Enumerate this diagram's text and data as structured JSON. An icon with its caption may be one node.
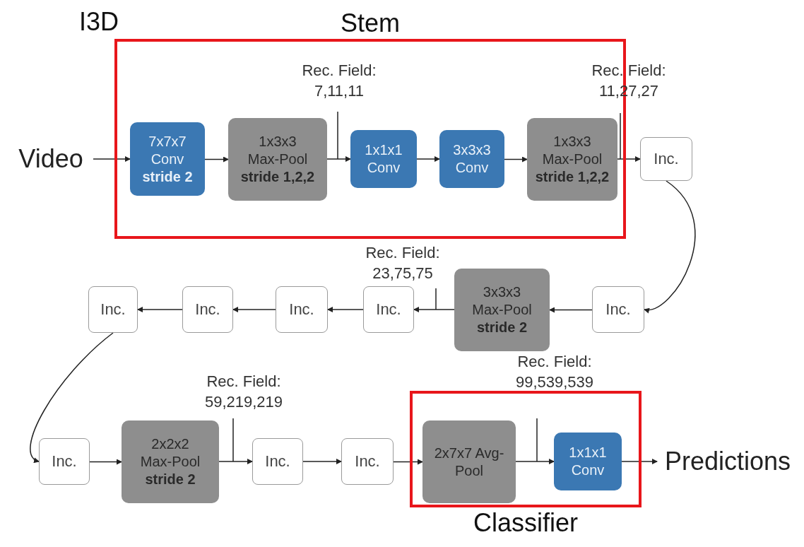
{
  "diagram": {
    "nodes": [
      {
        "text": [
          "Stem"
        ]
      },
      {
        "text": [
          "Video"
        ]
      },
      {
        "text": [
          "7x7x7 Conv",
          "stride 2"
        ],
        "in": 0
      },
      {
        "text": [
          "1x3x3 Max-Pool",
          "stride 1,2,2"
        ],
        "in": 0
      },
      {
        "text": [
          "1x1x1 Conv"
        ],
        "in": 0
      },
      {
        "text": [
          "3x3x3 Conv"
        ],
        "in": 0
      },
      {
        "text": [
          "1x3x3 Max-Pool",
          "stride 1,2,2"
        ],
        "in": 0
      },
      {
        "text": [
          "Inc."
        ]
      },
      {
        "text": [
          "Inc."
        ]
      },
      {
        "text": [
          "3x3x3 Max-Pool",
          "stride 2"
        ]
      },
      {
        "text": [
          "Inc."
        ]
      },
      {
        "text": [
          "Inc."
        ]
      },
      {
        "text": [
          "Inc."
        ]
      },
      {
        "text": [
          "Inc."
        ]
      },
      {
        "text": [
          "Inc."
        ]
      },
      {
        "text": [
          "2x2x2 Max-Pool",
          "stride 2"
        ]
      },
      {
        "text": [
          "Inc."
        ]
      },
      {
        "text": [
          "Inc."
        ]
      },
      {
        "text": [
          "Classifier"
        ]
      },
      {
        "text": [
          "2x7x7 Avg-Pool"
        ],
        "in": 18
      },
      {
        "text": [
          "1x1x1 Conv"
        ],
        "in": 18
      },
      {
        "text": [
          "Predictions"
        ]
      }
    ],
    "edges": [
      {
        "from": 1,
        "to": 2,
        "arrow": "to"
      },
      {
        "from": 2,
        "to": 3,
        "arrow": "to"
      },
      {
        "from": 3,
        "to": 4,
        "arrow": "to"
      },
      {
        "from": 4,
        "to": 5,
        "arrow": "to"
      },
      {
        "from": 5,
        "to": 6,
        "arrow": "to"
      },
      {
        "from": 6,
        "to": 7,
        "arrow": "to"
      },
      {
        "from": 7,
        "to": 8,
        "arrow": "to"
      },
      {
        "from": 8,
        "to": 9,
        "arrow": "to"
      },
      {
        "from": 9,
        "to": 10,
        "arrow": "to"
      },
      {
        "from": 10,
        "to": 11,
        "arrow": "to"
      },
      {
        "from": 11,
        "to": 12,
        "arrow": "to"
      },
      {
        "from": 12,
        "to": 13,
        "arrow": "to"
      },
      {
        "from": 13,
        "to": 14,
        "arrow": "to"
      },
      {
        "from": 14,
        "to": 15,
        "arrow": "to"
      },
      {
        "from": 15,
        "to": 16,
        "arrow": "to"
      },
      {
        "from": 16,
        "to": 17,
        "arrow": "to"
      },
      {
        "from": 17,
        "to": 19,
        "arrow": "to"
      },
      {
        "from": 19,
        "to": 20,
        "arrow": "to"
      },
      {
        "from": 20,
        "to": 21,
        "arrow": "to"
      }
    ],
    "labels": [
      "I3D",
      "Rec. Field: 7,11,11",
      "Rec. Field: 11,27,27",
      "Rec. Field: 23,75,75",
      "Rec. Field: 59,219,219",
      "Rec. Field: 99,539,539"
    ]
  }
}
